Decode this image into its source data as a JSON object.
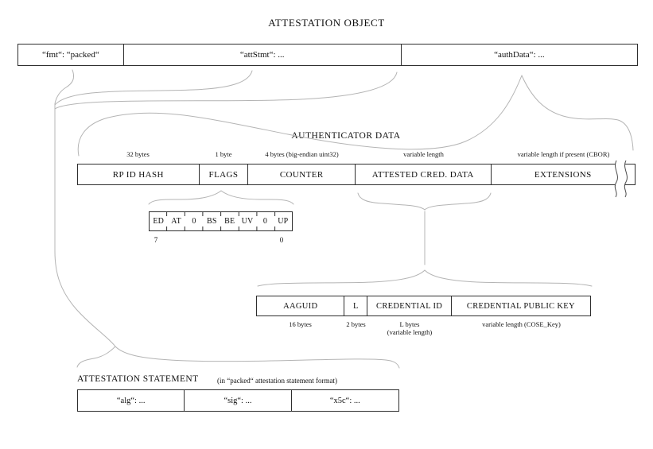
{
  "title": "ATTESTATION OBJECT",
  "attestation_object": {
    "cells": [
      "“fmt“: “packed“",
      "“attStmt“: ...",
      "“authData“: ..."
    ]
  },
  "authenticator_data": {
    "title": "AUTHENTICATOR DATA",
    "fields": [
      {
        "name": "RP ID HASH",
        "size": "32 bytes"
      },
      {
        "name": "FLAGS",
        "size": "1 byte"
      },
      {
        "name": "COUNTER",
        "size": "4 bytes (big-endian uint32)"
      },
      {
        "name": "ATTESTED CRED. DATA",
        "size": "variable length"
      },
      {
        "name": "EXTENSIONS",
        "size": "variable length if present (CBOR)"
      }
    ]
  },
  "flags": {
    "bits": [
      "ED",
      "AT",
      "0",
      "BS",
      "BE",
      "UV",
      "0",
      "UP"
    ],
    "high_bit": "7",
    "low_bit": "0"
  },
  "attested_credential_data": {
    "fields": [
      {
        "name": "AAGUID",
        "size": "16 bytes"
      },
      {
        "name": "L",
        "size": "2 bytes"
      },
      {
        "name": "CREDENTIAL ID",
        "size": "L bytes",
        "size_note": "(variable length)"
      },
      {
        "name": "CREDENTIAL PUBLIC KEY",
        "size": "variable length (COSE_Key)"
      }
    ]
  },
  "attestation_statement": {
    "title": "ATTESTATION STATEMENT",
    "subtitle": "(in “packed“ attestation statement format)",
    "cells": [
      "“alg“: ...",
      "“sig“: ...",
      "“x5c“: ..."
    ]
  },
  "colors": {
    "background": "#ffffff",
    "box_border": "#2e2e2e",
    "connector_line": "#b4b4b4",
    "text": "#111111"
  }
}
